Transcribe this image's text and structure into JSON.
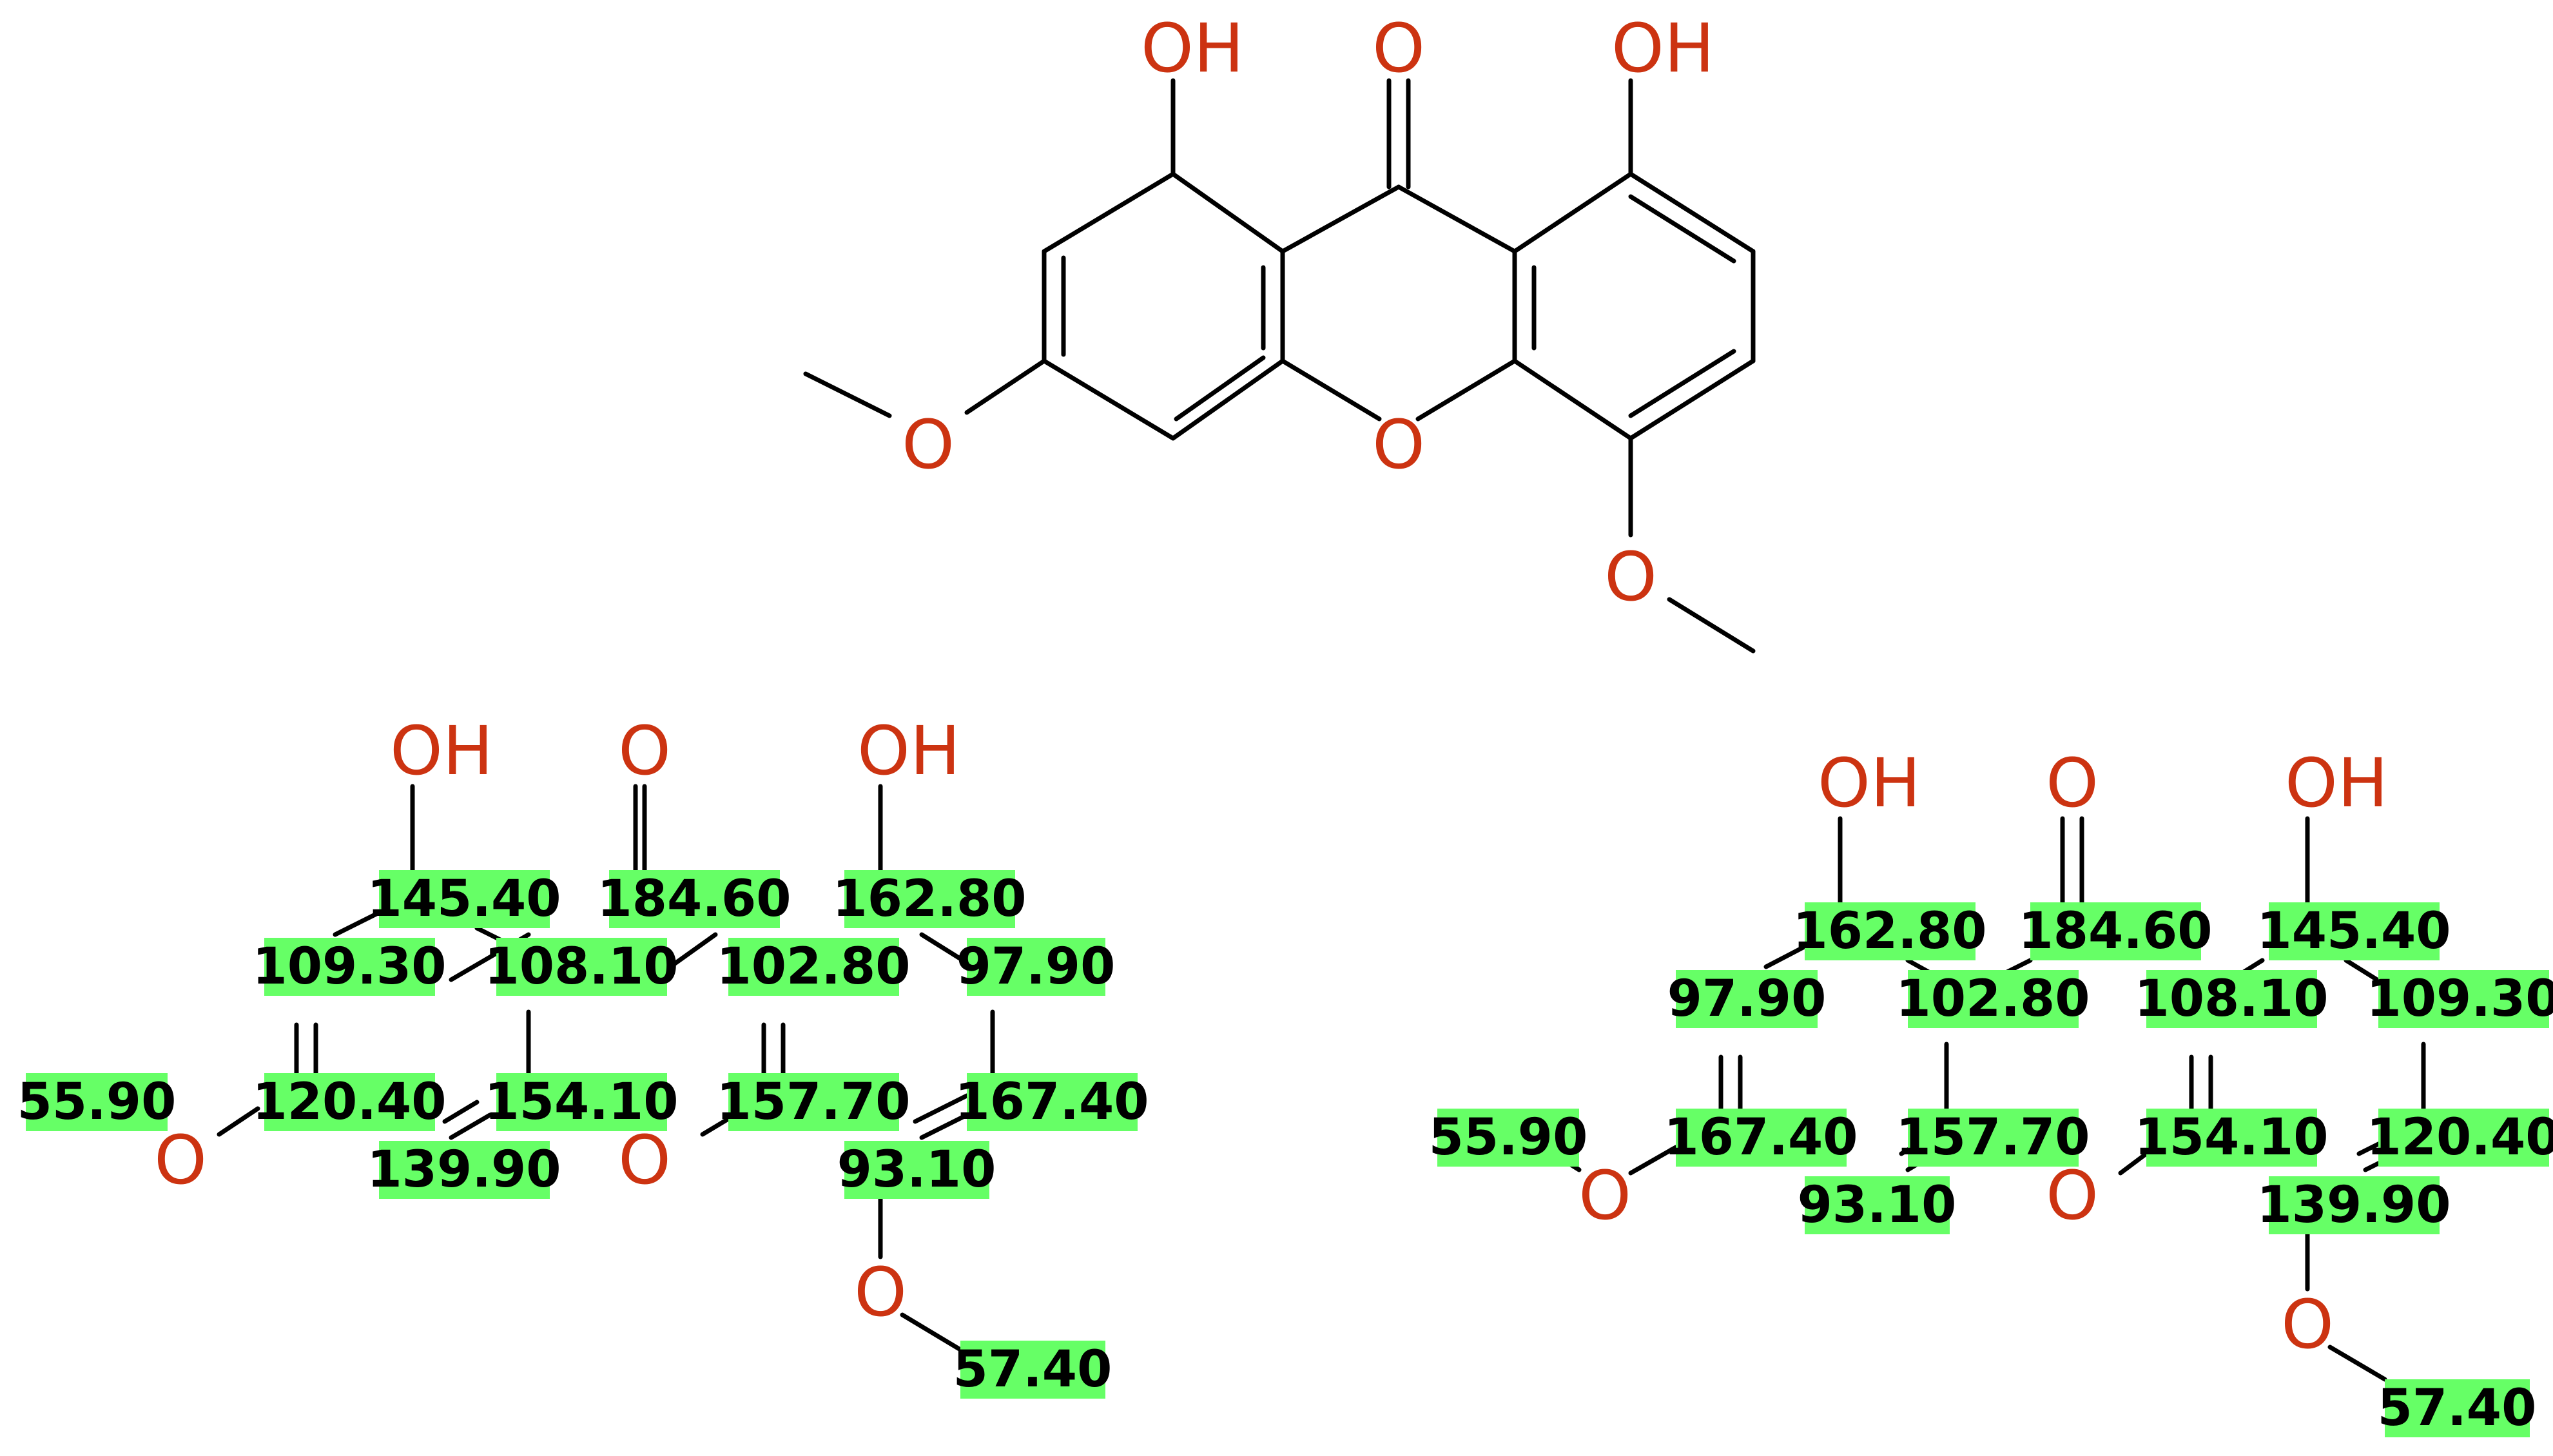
{
  "colors": {
    "bond": "#000000",
    "heteroatom": "#cc3311",
    "shift_highlight": "#66ff66",
    "shift_text": "#000000",
    "background": "#ffffff"
  },
  "atoms": {
    "top": [
      "OH",
      "O",
      "OH",
      "O",
      "O"
    ],
    "left": [
      "OH",
      "O",
      "OH",
      "O",
      "O",
      "O"
    ],
    "right": [
      "OH",
      "O",
      "OH",
      "O",
      "O",
      "O"
    ]
  },
  "shifts": {
    "left": [
      "145.40",
      "184.60",
      "162.80",
      "109.30",
      "108.10",
      "102.80",
      "97.90",
      "55.90",
      "120.40",
      "154.10",
      "157.70",
      "167.40",
      "139.90",
      "93.10",
      "57.40"
    ],
    "right": [
      "162.80",
      "184.60",
      "145.40",
      "97.90",
      "102.80",
      "108.10",
      "109.30",
      "55.90",
      "167.40",
      "157.70",
      "154.10",
      "120.40",
      "93.10",
      "139.90",
      "57.40"
    ]
  }
}
